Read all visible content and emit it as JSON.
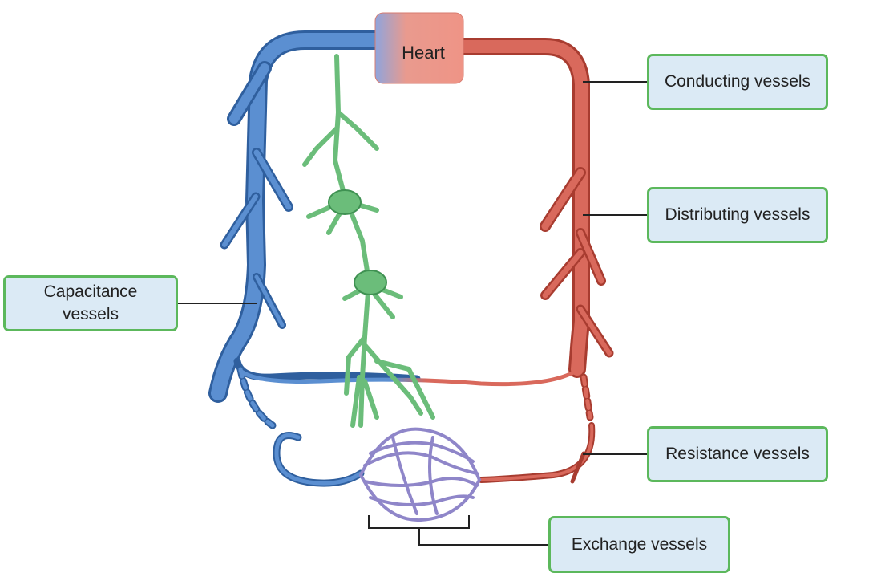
{
  "heart": {
    "label": "Heart"
  },
  "labels": {
    "conducting": "Conducting vessels",
    "distributing": "Distributing vessels",
    "capacitance_line1": "Capacitance",
    "capacitance_line2": "vessels",
    "resistance": "Resistance vessels",
    "exchange": "Exchange vessels"
  },
  "colors": {
    "vein": "#5b8fd1",
    "vein_dark": "#2f5f9e",
    "artery": "#d9695c",
    "artery_dark": "#a83c30",
    "capillary": "#8f86c9",
    "lymph": "#6bbd7a",
    "lymph_dark": "#3f9152",
    "box_fill": "#dbeaf5",
    "box_border": "#5cb85c"
  }
}
